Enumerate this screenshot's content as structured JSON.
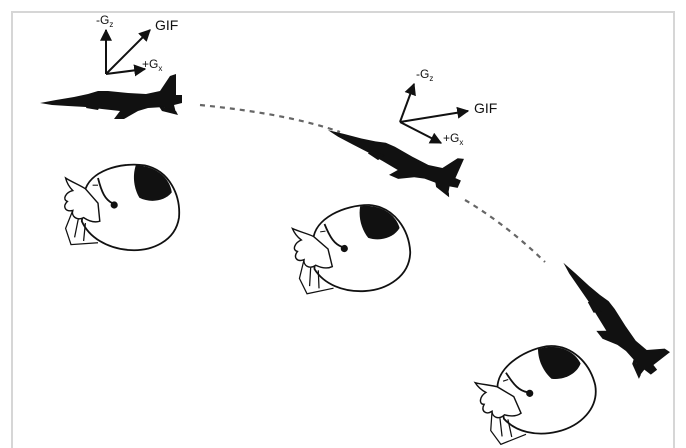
{
  "colors": {
    "ink": "#111111",
    "frame": "#d6d6d6",
    "trajectory": "#666666",
    "background": "#ffffff"
  },
  "axes_labels": {
    "neg_gz": "-G",
    "pos_gx": "+G",
    "gif": "GIF",
    "z_sub": "z",
    "x_sub": "x"
  },
  "phases": [
    {
      "aircraft": "fighter-jet-icon",
      "head": "pilot-head-icon",
      "attitude": "level"
    },
    {
      "aircraft": "fighter-jet-icon",
      "head": "pilot-head-icon",
      "attitude": "nose-down"
    },
    {
      "aircraft": "fighter-jet-icon",
      "head": "pilot-head-icon",
      "attitude": "steep-dive"
    }
  ]
}
